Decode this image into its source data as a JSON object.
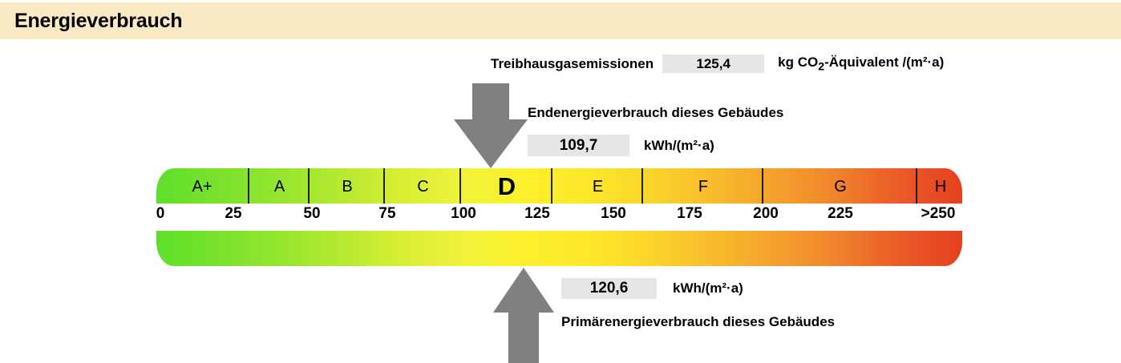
{
  "header": {
    "title": "Energieverbrauch",
    "background_color": "#fbe9c3"
  },
  "greenhouse": {
    "label": "Treibhausgasemissionen",
    "value": "125,4",
    "unit": "kg CO₂-Äquivalent /(m²·a)"
  },
  "final_energy": {
    "title": "Endenergieverbrauch dieses Gebäudes",
    "value": "109,7",
    "unit": "kWh/(m²·a)",
    "marker_icon": "arrow-down-icon",
    "marker_color": "#808080"
  },
  "primary_energy": {
    "title": "Primärenergieverbrauch dieses Gebäudes",
    "value": "120,6",
    "unit": "kWh/(m²·a)",
    "marker_icon": "arrow-up-icon",
    "marker_color": "#808080"
  },
  "scale": {
    "current_class": "D",
    "classes": [
      {
        "label": "A+",
        "start": 0,
        "end": 30,
        "color": "#63e02b"
      },
      {
        "label": "A",
        "start": 30,
        "end": 50,
        "color": "#8ee42d"
      },
      {
        "label": "B",
        "start": 50,
        "end": 75,
        "color": "#bdea31"
      },
      {
        "label": "C",
        "start": 75,
        "end": 100,
        "color": "#e4f136"
      },
      {
        "label": "D",
        "start": 100,
        "end": 130,
        "color": "#fbf02c"
      },
      {
        "label": "E",
        "start": 130,
        "end": 160,
        "color": "#fde52a"
      },
      {
        "label": "F",
        "start": 160,
        "end": 200,
        "color": "#fbcb2b"
      },
      {
        "label": "G",
        "start": 200,
        "end": 250,
        "color": "#f28f2c"
      },
      {
        "label": "H",
        "start": 250,
        "end": 270,
        "color": "#e6451f"
      }
    ],
    "ticks": [
      {
        "label": "0",
        "value": 0
      },
      {
        "label": "25",
        "value": 25
      },
      {
        "label": "50",
        "value": 50
      },
      {
        "label": "75",
        "value": 75
      },
      {
        "label": "100",
        "value": 100
      },
      {
        "label": "125",
        "value": 125
      },
      {
        "label": "150",
        "value": 150
      },
      {
        "label": "175",
        "value": 175
      },
      {
        "label": "200",
        "value": 200
      },
      {
        "label": "225",
        "value": 225
      },
      {
        "label": ">250",
        "value": 250
      }
    ],
    "gradient_stops": [
      "#5ee02a",
      "#a8e82f",
      "#f0f23a",
      "#fdf02c",
      "#fbd02b",
      "#f18a2c",
      "#e5401f"
    ]
  }
}
